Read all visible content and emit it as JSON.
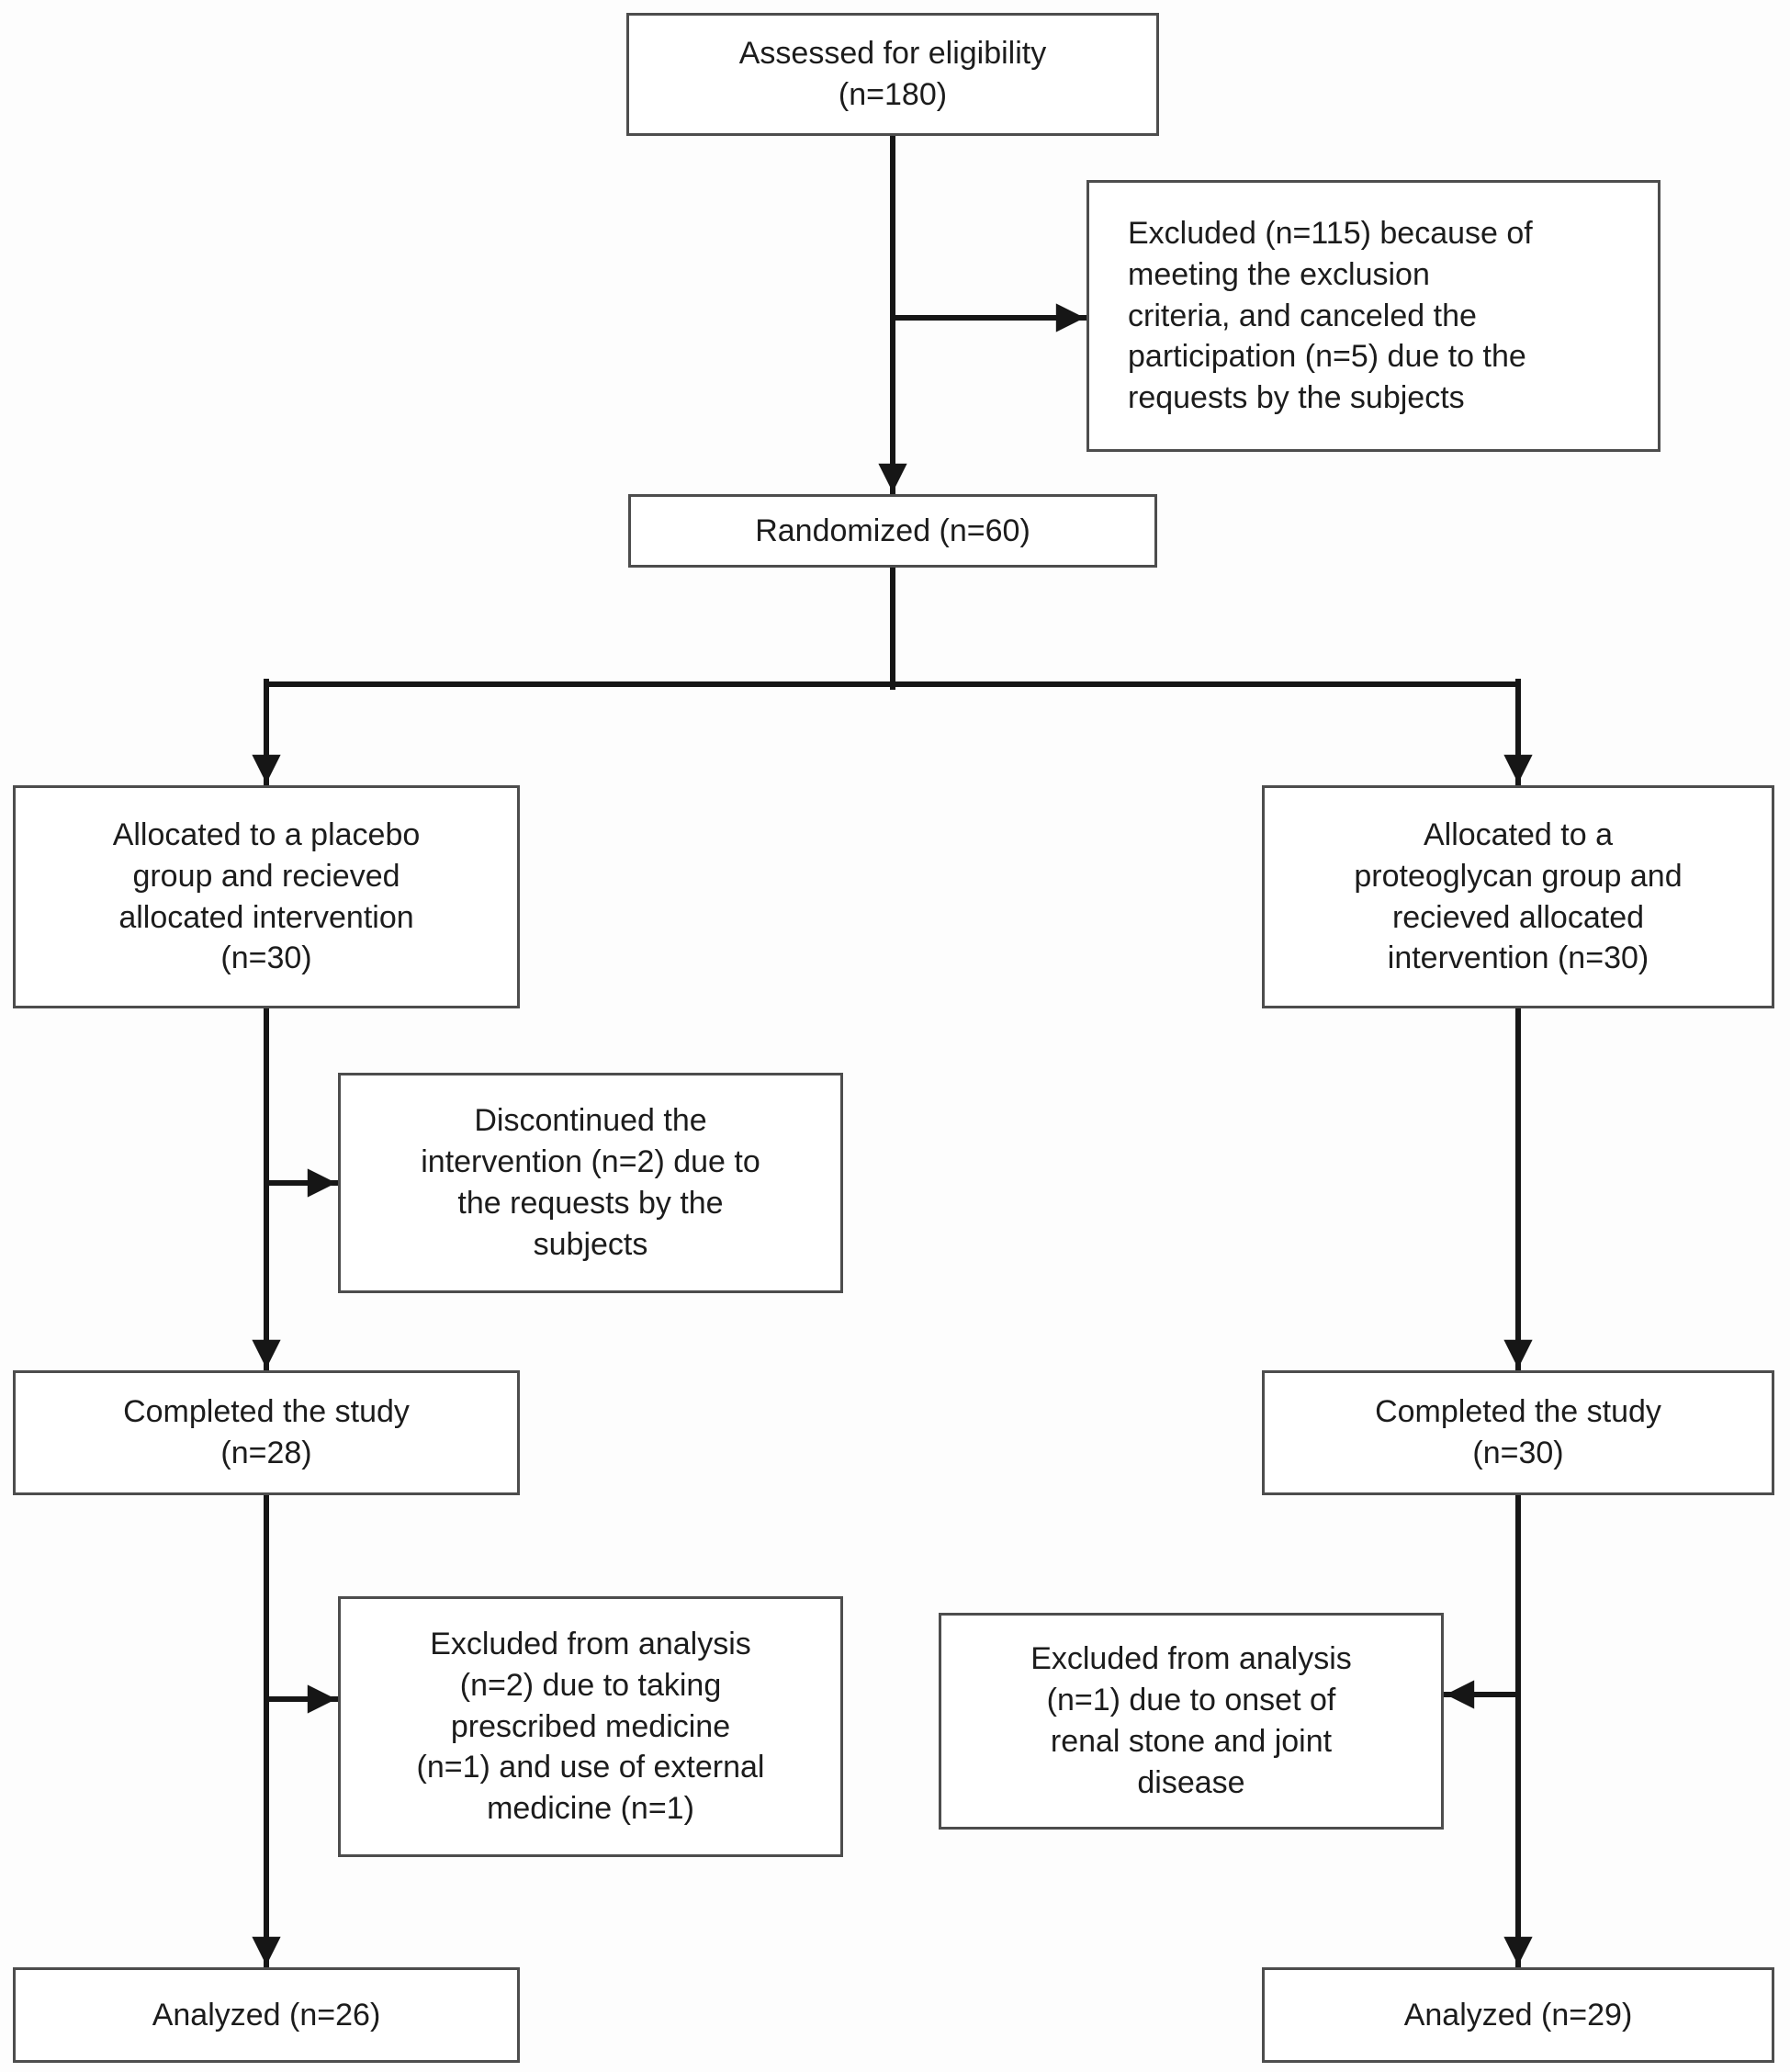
{
  "diagram": {
    "boxes": {
      "assessed": "Assessed for eligibility\n(n=180)",
      "excluded_enrollment": "Excluded (n=115) because of\nmeeting the exclusion\ncriteria, and canceled the\nparticipation (n=5) due to the\nrequests by the subjects",
      "randomized": "Randomized (n=60)",
      "allocated_placebo": "Allocated to a placebo\ngroup and recieved\nallocated intervention\n(n=30)",
      "allocated_proteoglycan": "Allocated to a\nproteoglycan group and\nrecieved allocated\nintervention (n=30)",
      "discontinued_placebo": "Discontinued the\nintervention (n=2) due to\nthe requests by the\nsubjects",
      "completed_placebo": "Completed the study\n(n=28)",
      "completed_proteoglycan": "Completed the study\n(n=30)",
      "excluded_analysis_placebo": "Excluded from analysis\n(n=2) due to taking\nprescribed medicine\n(n=1) and use of external\nmedicine (n=1)",
      "excluded_analysis_proteoglycan": "Excluded from analysis\n(n=1) due to onset of\nrenal stone and joint\ndisease",
      "analyzed_placebo": "Analyzed (n=26)",
      "analyzed_proteoglycan": "Analyzed (n=29)"
    },
    "colors": {
      "line": "#161616",
      "box_border": "#4d4d4d",
      "box_background": "#ffffff"
    }
  }
}
